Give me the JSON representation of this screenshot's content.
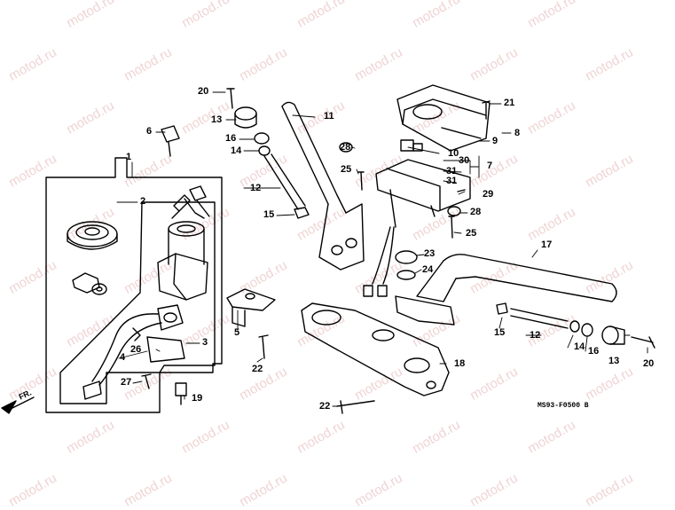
{
  "watermark": "motod.ru",
  "diagram_code": "MS93-F0500 B",
  "direction_label": "FR.",
  "callouts": {
    "n1": "1",
    "n2": "2",
    "n3": "3",
    "n4": "4",
    "n5": "5",
    "n6": "6",
    "n7": "7",
    "n8": "8",
    "n9": "9",
    "n10": "10",
    "n11": "11",
    "n12a": "12",
    "n12b": "12",
    "n13a": "13",
    "n13b": "13",
    "n14a": "14",
    "n14b": "14",
    "n15a": "15",
    "n15b": "15",
    "n16a": "16",
    "n16b": "16",
    "n17": "17",
    "n18": "18",
    "n19": "19",
    "n20a": "20",
    "n20b": "20",
    "n21": "21",
    "n22a": "22",
    "n22b": "22",
    "n23": "23",
    "n24": "24",
    "n25a": "25",
    "n25b": "25",
    "n26": "26",
    "n27": "27",
    "n28a": "28",
    "n28b": "28",
    "n29": "29",
    "n30": "30",
    "n31a": "31",
    "n31b": "31"
  }
}
